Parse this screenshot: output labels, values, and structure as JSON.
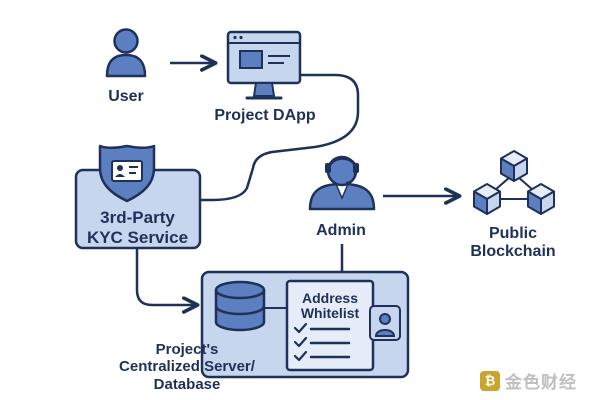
{
  "nodes": {
    "user": "User",
    "dapp": "Project DApp",
    "kyc": [
      "3rd-Party",
      "KYC Service"
    ],
    "admin": "Admin",
    "blockchain": [
      "Public",
      "Blockchain"
    ],
    "whitelist": [
      "Address",
      "Whitelist"
    ],
    "server": [
      "Project's",
      "Centralized Server/",
      "Database"
    ]
  },
  "watermark": {
    "text": "金色财经"
  },
  "colors": {
    "stroke": "#1f3158",
    "fill_light": "#c7d6ef",
    "fill_mid": "#5b7fc0",
    "fill_pale": "#e6edf8"
  }
}
